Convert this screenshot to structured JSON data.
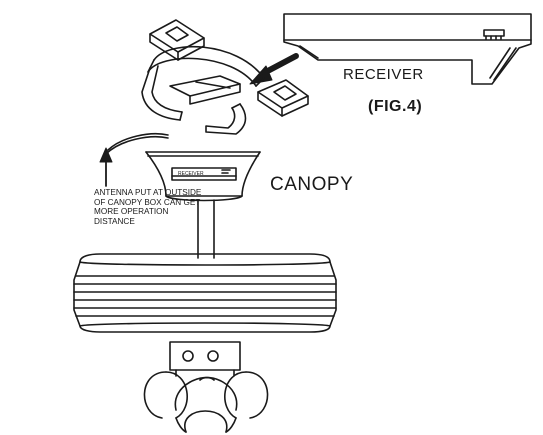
{
  "labels": {
    "receiver": "RECEIVER",
    "figure": "(FIG.4)",
    "canopy": "CANOPY",
    "antenna_note": [
      "ANTENNA PUT AT OUTSIDE",
      "OF CANOPY BOX CAN GET",
      "MORE OPERATION",
      "DISTANCE"
    ],
    "canopy_receiver_text": "RECEIVER"
  },
  "colors": {
    "ink": "#1a1a1a",
    "background": "#ffffff"
  }
}
